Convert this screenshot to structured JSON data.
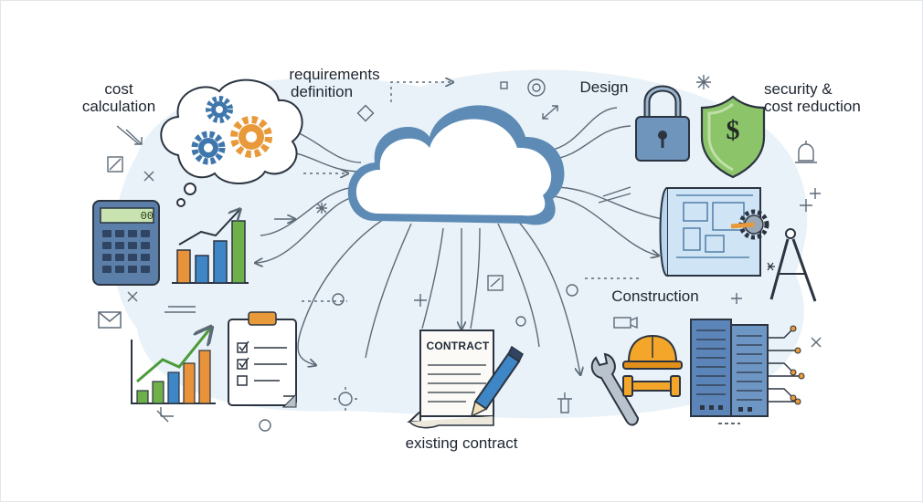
{
  "labels": {
    "cost_calculation": [
      "cost",
      "calculation"
    ],
    "requirements_definition": [
      "requirements",
      "definition"
    ],
    "design": "Design",
    "security_cost_reduction": [
      "security &",
      "cost reduction"
    ],
    "construction": "Construction",
    "existing_contract": "existing contract"
  },
  "contract_heading": "CONTRACT",
  "calculator_display": "00",
  "shield_symbol": "$",
  "colors": {
    "cloud_outline": "#5d8bb5",
    "cloud_fill": "#ffffff",
    "backdrop": "#e9f2f8",
    "connector": "#5c6a78",
    "gear_blue": "#3f77ad",
    "gear_orange": "#e89a3a",
    "bar_orange": "#e8923a",
    "bar_blue": "#3f86c6",
    "bar_green": "#6fb04a",
    "shield_green": "#8cc46a",
    "hard_hat": "#f3a62a",
    "server_blue": "#5b85b8",
    "lock_body": "#6f95bd",
    "blueprint": "#cfe4f5"
  },
  "icons": [
    "cloud-icon",
    "gears-thought-bubble-icon",
    "calculator-icon",
    "bar-chart-icon",
    "growth-chart-icon",
    "checklist-clipboard-icon",
    "contract-document-icon",
    "pen-icon",
    "padlock-icon",
    "shield-dollar-icon",
    "blueprint-icon",
    "compass-icon",
    "wrench-icon",
    "hard-hat-icon",
    "server-rack-icon",
    "envelope-icon"
  ]
}
